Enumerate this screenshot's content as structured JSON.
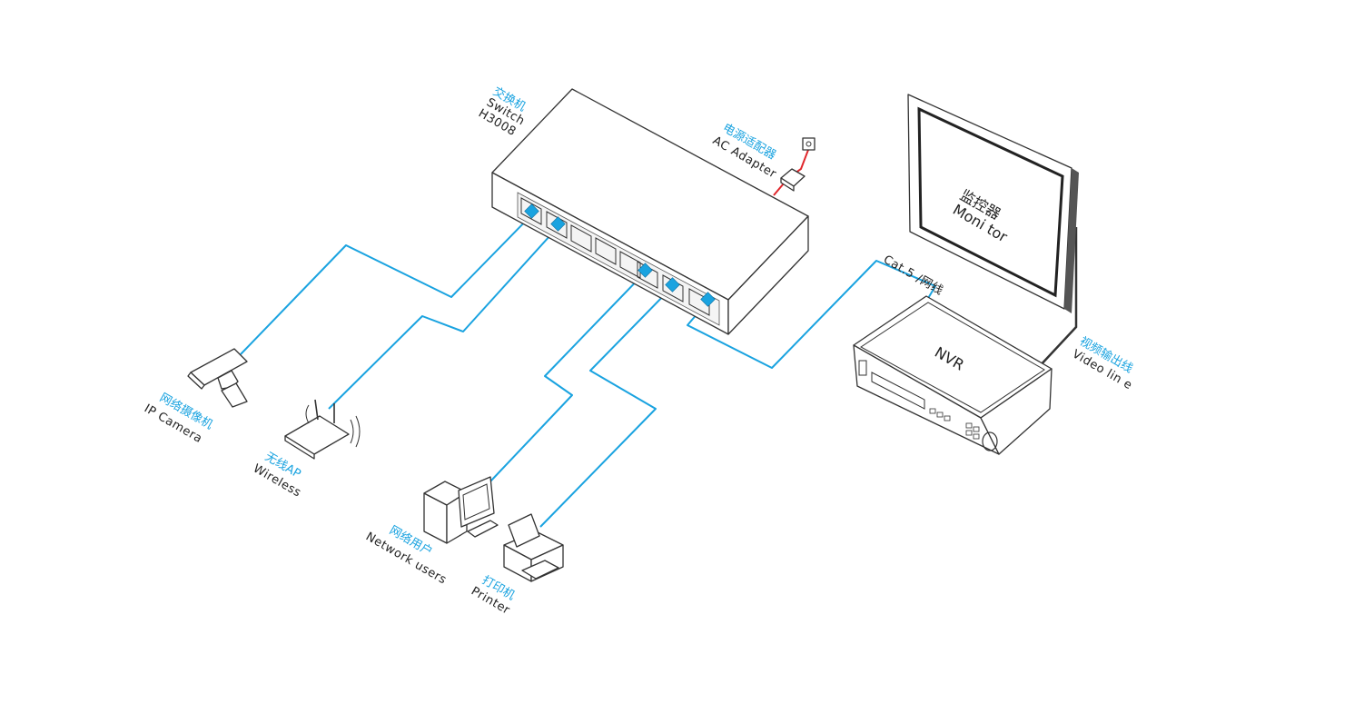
{
  "labels": {
    "switch": {
      "cn": "交换机",
      "en1": "Switch",
      "en2": "H3008"
    },
    "adapter": {
      "cn": "电源适配器",
      "en": "AC Adapter"
    },
    "monitor": {
      "cn": "监控器",
      "en": "Moni tor"
    },
    "cat5": "Cat.5 /网线",
    "nvr": "NVR",
    "video": {
      "cn": "视频输出线",
      "en": "Video lin e"
    },
    "camera": {
      "cn": "网络摄像机",
      "en": "IP Camera"
    },
    "wireless": {
      "cn": "无线AP",
      "en": "Wireless"
    },
    "users": {
      "cn": "网络用户",
      "en": "Network users"
    },
    "printer": {
      "cn": "打印机",
      "en": "Printer"
    }
  },
  "colors": {
    "cable": "#1aa3e0",
    "power_cable": "#e0262b",
    "label_cn": "#1aa3e0",
    "label_en": "#222222"
  }
}
